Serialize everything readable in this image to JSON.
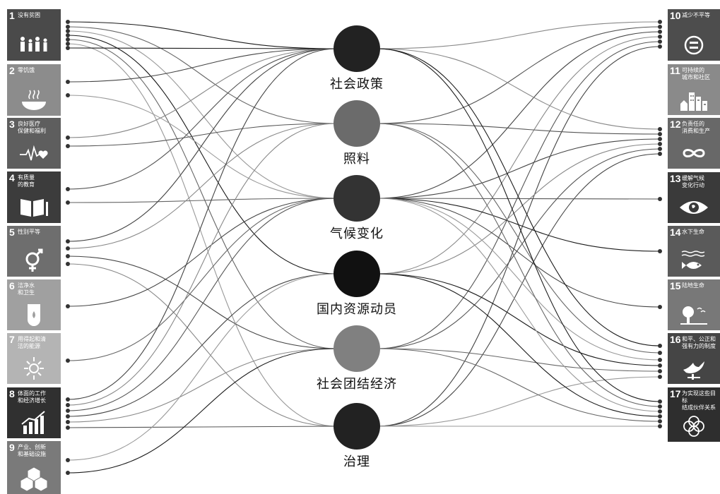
{
  "left_goals": [
    {
      "num": "1",
      "label": "没有贫困",
      "icon": "family-icon",
      "color": "#4a4a4a"
    },
    {
      "num": "2",
      "label": "零饥饿",
      "icon": "bowl-icon",
      "color": "#8c8c8c"
    },
    {
      "num": "3",
      "label": "良好医疗\n保健和福利",
      "icon": "heartbeat-icon",
      "color": "#5e5e5e"
    },
    {
      "num": "4",
      "label": "有质量\n的教育",
      "icon": "book-icon",
      "color": "#3c3c3c"
    },
    {
      "num": "5",
      "label": "性别平等",
      "icon": "gender-icon",
      "color": "#6e6e6e"
    },
    {
      "num": "6",
      "label": "洁净水\n和卫生",
      "icon": "water-icon",
      "color": "#a0a0a0"
    },
    {
      "num": "7",
      "label": "用得起和清\n洁的能源",
      "icon": "sun-icon",
      "color": "#b4b4b4"
    },
    {
      "num": "8",
      "label": "体面的工作\n和经济增长",
      "icon": "growth-chart-icon",
      "color": "#303030"
    },
    {
      "num": "9",
      "label": "产业、创新\n和基础设施",
      "icon": "cubes-icon",
      "color": "#7a7a7a"
    }
  ],
  "right_goals": [
    {
      "num": "10",
      "label": "减少不平等",
      "icon": "equal-icon",
      "color": "#4d4d4d"
    },
    {
      "num": "11",
      "label": "可持续的\n城市和社区",
      "icon": "city-icon",
      "color": "#8a8a8a"
    },
    {
      "num": "12",
      "label": "负责任的\n消费和生产",
      "icon": "infinity-icon",
      "color": "#686868"
    },
    {
      "num": "13",
      "label": "缓解气候\n变化行动",
      "icon": "eye-globe-icon",
      "color": "#3a3a3a"
    },
    {
      "num": "14",
      "label": "水下生命",
      "icon": "fish-icon",
      "color": "#5a5a5a"
    },
    {
      "num": "15",
      "label": "陆地生命",
      "icon": "tree-icon",
      "color": "#787878"
    },
    {
      "num": "16",
      "label": "和平、公正和\n强有力的制度",
      "icon": "dove-icon",
      "color": "#454545"
    },
    {
      "num": "17",
      "label": "为实现这些目标\n结成伙伴关系",
      "icon": "rings-icon",
      "color": "#2e2e2e"
    }
  ],
  "hubs": [
    {
      "label": "社会政策",
      "color": "#222222"
    },
    {
      "label": "照料",
      "color": "#6b6b6b"
    },
    {
      "label": "气候变化",
      "color": "#333333"
    },
    {
      "label": "国内资源动员",
      "color": "#111111"
    },
    {
      "label": "社会团结经济",
      "color": "#808080"
    },
    {
      "label": "治理",
      "color": "#222222"
    }
  ]
}
